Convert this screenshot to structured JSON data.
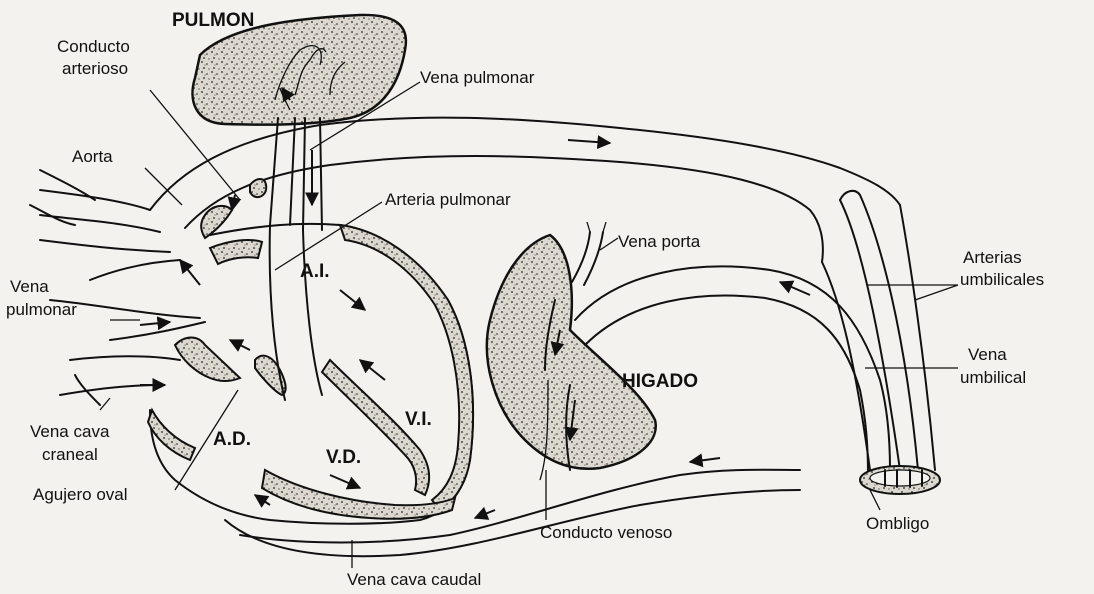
{
  "labels": {
    "pulmon": "PULMON",
    "conducto_arterioso_1": "Conducto",
    "conducto_arterioso_2": "arterioso",
    "vena_pulmonar_top": "Vena pulmonar",
    "aorta": "Aorta",
    "arteria_pulmonar": "Arteria pulmonar",
    "vena_porta": "Vena porta",
    "arterias_umbilicales_1": "Arterias",
    "arterias_umbilicales_2": "umbilicales",
    "vena_pulmonar_left_1": "Vena",
    "vena_pulmonar_left_2": "pulmonar",
    "ai": "A.I.",
    "vi": "V.I.",
    "higado": "HIGADO",
    "vena_umbilical_1": "Vena",
    "vena_umbilical_2": "umbilical",
    "vena_cava_craneal_1": "Vena cava",
    "vena_cava_craneal_2": "craneal",
    "ad": "A.D.",
    "vd": "V.D.",
    "agujero_oval": "Agujero oval",
    "conducto_venoso": "Conducto venoso",
    "ombligo": "Ombligo",
    "vena_cava_caudal": "Vena cava caudal"
  },
  "icons": [
    "flow-arrow-icon",
    "stipple-texture"
  ]
}
